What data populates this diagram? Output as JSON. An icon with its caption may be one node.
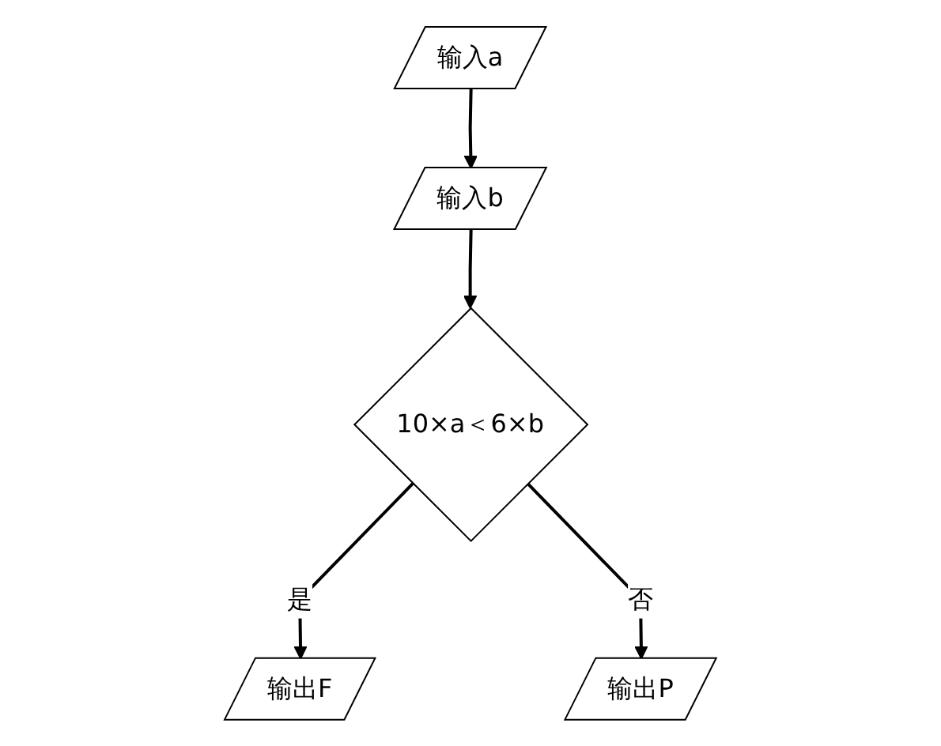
{
  "diagram": {
    "nodes": [
      {
        "text": [
          "输入a"
        ]
      },
      {
        "text": [
          "输入b"
        ]
      },
      {
        "text": [
          "10×a＜6×b"
        ]
      },
      {
        "text": [
          "输出F"
        ]
      },
      {
        "text": [
          "输出P"
        ]
      }
    ],
    "edges": [
      {
        "from": 0,
        "to": 1,
        "arrow": "to"
      },
      {
        "from": 1,
        "to": 2,
        "arrow": "to"
      },
      {
        "from": 2,
        "to": 3,
        "label": "是",
        "arrow": "to"
      },
      {
        "from": 2,
        "to": 4,
        "label": "否",
        "arrow": "to"
      }
    ]
  }
}
